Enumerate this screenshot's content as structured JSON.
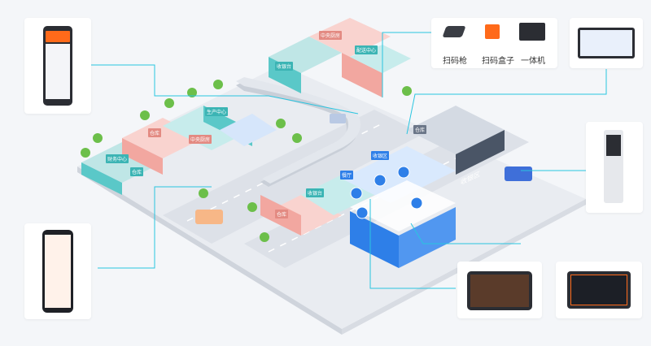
{
  "colors": {
    "background": "#f4f6f9",
    "connector": "#29c5e0",
    "road": "#dfe3ea",
    "teal_zone": "#5ac8c8",
    "pink_zone": "#f2a7a0",
    "blue_store": "#2e7fe8",
    "orange_brand": "#ff6a1a"
  },
  "devices": {
    "scanner_gun": "扫码枪",
    "scanner_box": "扫码盒子",
    "all_in_one": "一体机"
  },
  "zones": {
    "z1": "财务中心",
    "z2": "仓库",
    "z3": "仓库",
    "z4": "生产中心",
    "z5": "收银台",
    "z6": "中央厨房",
    "z7": "中央厨房",
    "z8": "配送中心",
    "z9": "仓库",
    "z10": "餐厅",
    "z11": "收银区",
    "z12": "仓库",
    "z13": "收银台"
  },
  "store_sign": "收银区"
}
